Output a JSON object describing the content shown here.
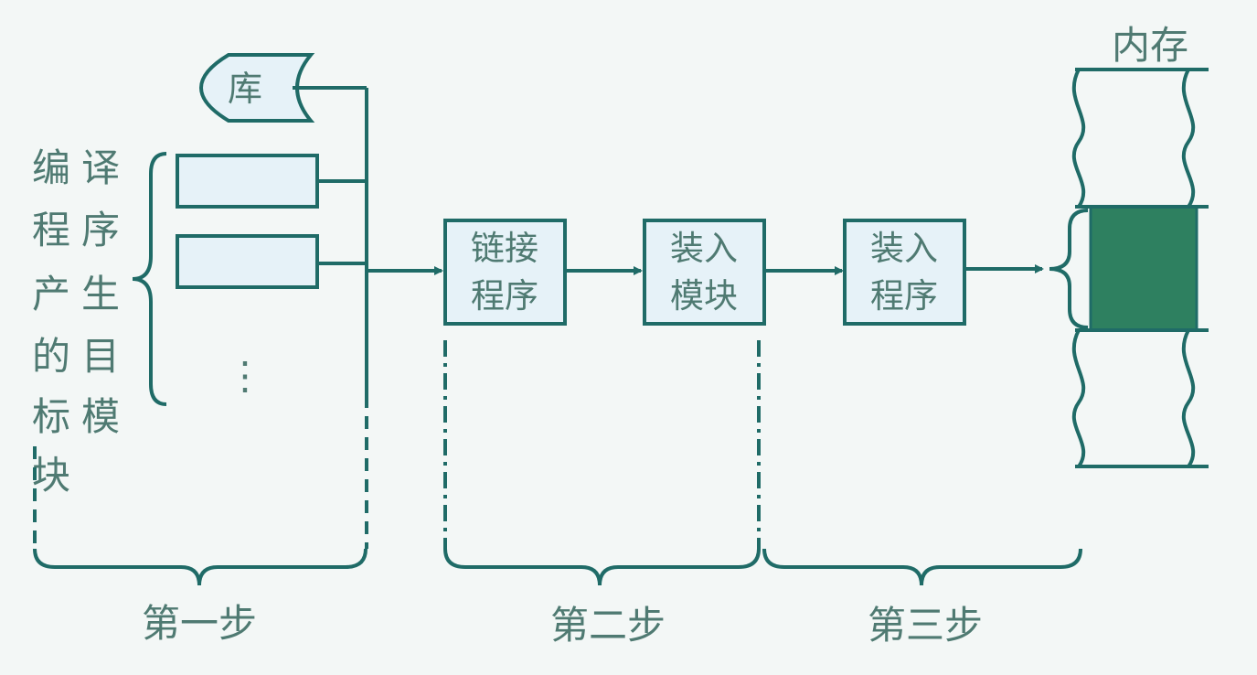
{
  "library": {
    "label": "库"
  },
  "compiler_modules": {
    "label_chars": [
      "编",
      "译",
      "程",
      "序",
      "产",
      "生",
      "的",
      "目",
      "标",
      "模",
      "块"
    ],
    "ellipsis": "⋮"
  },
  "linker": {
    "line1": "链接",
    "line2": "程序"
  },
  "load_module": {
    "line1": "装入",
    "line2": "模块"
  },
  "loader": {
    "line1": "装入",
    "line2": "程序"
  },
  "memory": {
    "label": "内存"
  },
  "steps": [
    "第一步",
    "第二步",
    "第三步"
  ],
  "colors": {
    "stroke": "#1f6b67",
    "box_fill": "#e6f2f8",
    "memory_block": "#2e8060",
    "text": "#4f7a72",
    "background": "#f3f7f6"
  }
}
